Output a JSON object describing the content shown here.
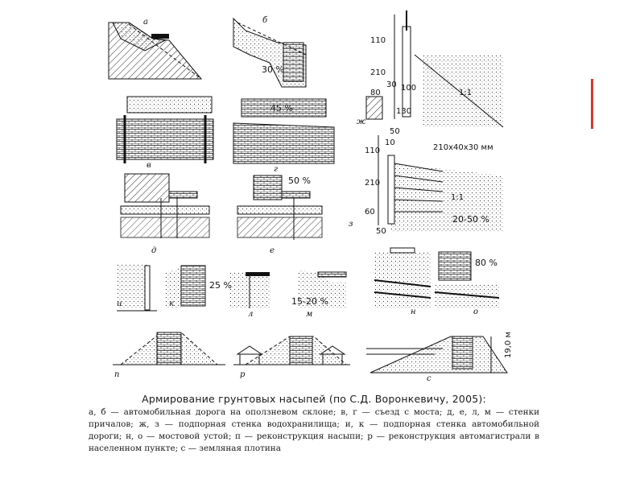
{
  "figure": {
    "panel_letters": {
      "a": "а",
      "b": "б",
      "v": "в",
      "g": "г",
      "d": "д",
      "e": "е",
      "zh": "ж",
      "z": "з",
      "i": "и",
      "k": "к",
      "l": "л",
      "m": "м",
      "n": "н",
      "o": "о",
      "p": "п",
      "r": "р",
      "s": "с"
    },
    "percentages": {
      "b": "30 %",
      "g": "45 %",
      "e": "50 %",
      "k": "25 %",
      "m": "15-20 %",
      "o": "80 %",
      "z": "20-50 %"
    },
    "dims_zh": {
      "d110": "110",
      "d210": "210",
      "d80": "80",
      "d30": "30",
      "d100": "100",
      "d130": "130",
      "slope": "1:1"
    },
    "dims_z": {
      "d50top": "50",
      "d10": "10",
      "d110": "110",
      "d210": "210",
      "d60": "60",
      "d50bot": "50",
      "strap": "210x40x30 мм",
      "slope": "1:1"
    },
    "dims_s": {
      "height": "19,0 м"
    }
  },
  "caption": {
    "title": "Армирование грунтовых насыпей (по С.Д. Воронкевичу, 2005):",
    "body": "а, б — автомобильная дорога на оползневом склоне; в, г — съезд с моста; д, е, л, м — стенки причалов; ж, з — подпорная стенка водохранилища; и, к — подпорная стенка автомобильной дороги; н, о — мостовой устой; п — реконструкция насыпи; р — реконструкция автомагистрали в населенном пункте; с — земляная плотина"
  }
}
